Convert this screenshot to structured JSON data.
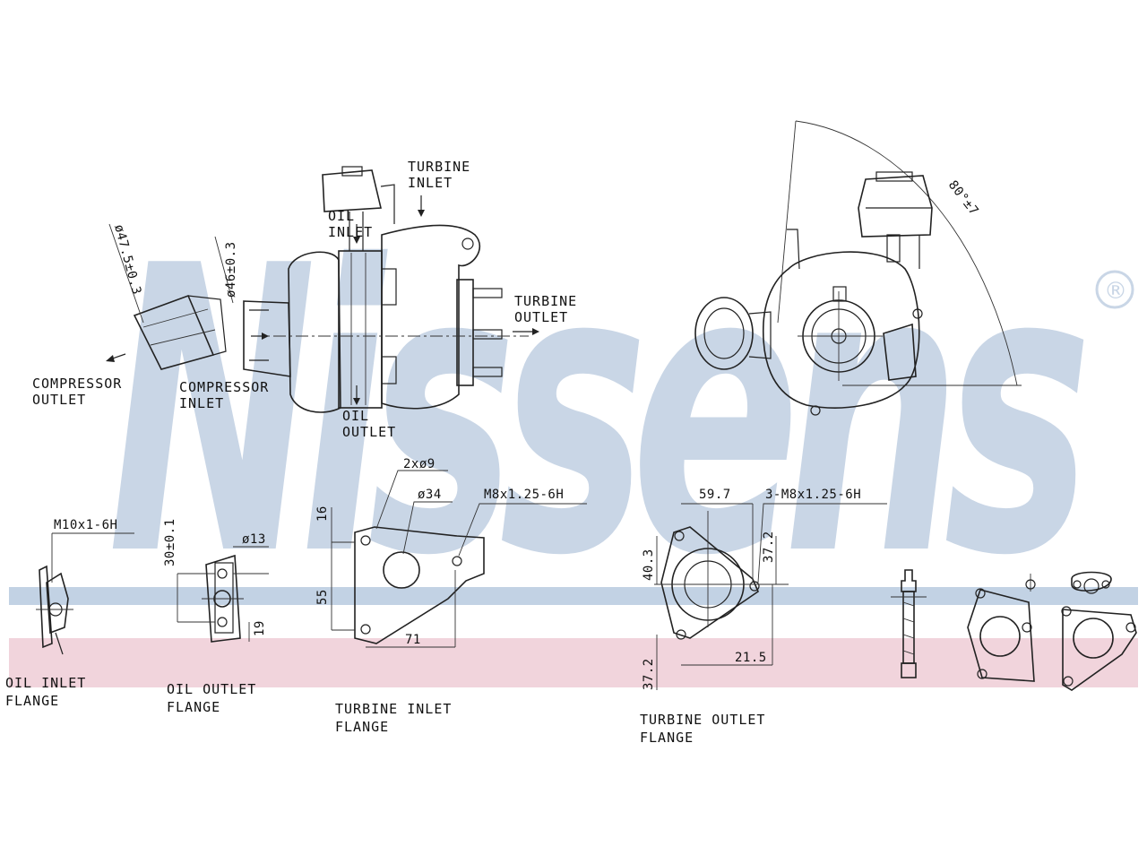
{
  "watermark": {
    "brand": "Nissens",
    "registered_mark": "®",
    "colors": {
      "brand_blue": "#c9d6e6",
      "band_blue": "#c2d2e4",
      "band_pink": "#f1d4dc"
    }
  },
  "main_view_labels": {
    "turbine_inlet": [
      "TURBINE",
      "INLET"
    ],
    "oil_inlet": [
      "OIL",
      "INLET"
    ],
    "turbine_outlet": [
      "TURBINE",
      "OUTLET"
    ],
    "compressor_outlet": [
      "COMPRESSOR",
      "OUTLET"
    ],
    "compressor_inlet": [
      "COMPRESSOR",
      "INLET"
    ],
    "oil_outlet": [
      "OIL",
      "OUTLET"
    ],
    "dim_compressor_outlet_dia": "ø47.5±0.3",
    "dim_compressor_inlet_dia": "ø46±0.3"
  },
  "side_view": {
    "dim_angle": "80°±7"
  },
  "flanges": {
    "oil_inlet": {
      "title": [
        "OIL INLET",
        "FLANGE"
      ],
      "thread": "M10x1-6H"
    },
    "oil_outlet": {
      "title": [
        "OIL OUTLET",
        "FLANGE"
      ],
      "dim_height": "30±0.1",
      "dim_dia": "ø13",
      "dim_bottom": "19"
    },
    "turbine_inlet": {
      "title": [
        "TURBINE INLET",
        "FLANGE"
      ],
      "holes": "2xø9",
      "bore": "ø34",
      "thread": "M8x1.25-6H",
      "dim_top": "16",
      "dim_height": "55",
      "dim_width": "71"
    },
    "turbine_outlet": {
      "title": [
        "TURBINE OUTLET",
        "FLANGE"
      ],
      "dim_top": "59.7",
      "thread": "3-M8x1.25-6H",
      "dim_left": "40.3",
      "dim_right": "37.2",
      "dim_bottom_left": "37.2",
      "dim_bottom": "21.5"
    }
  }
}
